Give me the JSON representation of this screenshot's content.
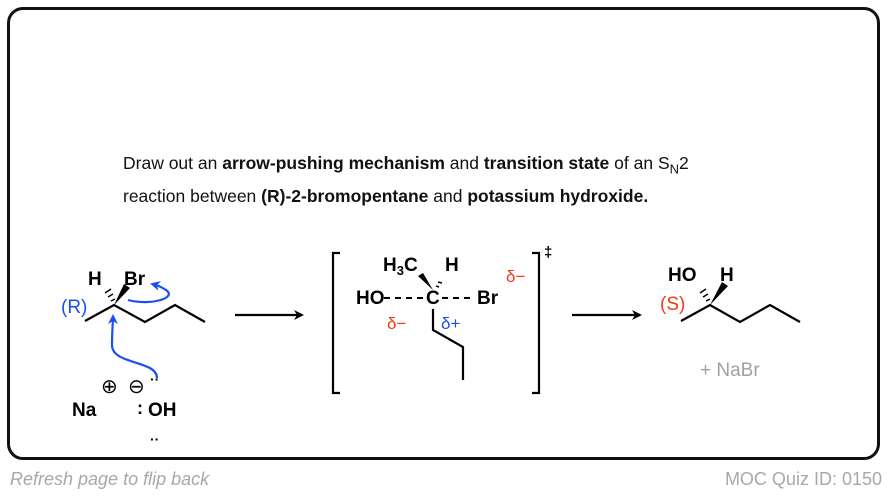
{
  "question": {
    "p1": "Draw out an ",
    "b1": "arrow-pushing mechanism",
    "p2": " and ",
    "b2": "transition state",
    "p3": " of an S",
    "sub": "N",
    "p4": "2",
    "p5": "reaction between ",
    "b3": "(R)-2-bromopentane",
    "p6": " and ",
    "b4": "potassium hydroxide."
  },
  "reactant": {
    "H": "H",
    "Br": "Br",
    "config": "(R)",
    "Na": "Na",
    "plus": "⊕",
    "minus": "⊖",
    "OH": "OH",
    "lone_left": ":",
    "lone_top": "··",
    "lone_bottom": "··"
  },
  "transition_state": {
    "H3C_H": "H",
    "H3C_3": "3",
    "H3C_C": "C",
    "H": "H",
    "HO": "HO",
    "C": "C",
    "Br": "Br",
    "delta_minus_O": "δ−",
    "delta_plus_C": "δ+",
    "delta_minus_Br": "δ−",
    "dagger": "‡"
  },
  "product": {
    "HO": "HO",
    "H": "H",
    "config": "(S)",
    "byproduct": "+ NaBr"
  },
  "footer": {
    "left": "Refresh page to flip back",
    "right": "MOC Quiz ID: 0150"
  },
  "colors": {
    "blue": "#1a4ff5",
    "red": "#f03a1a",
    "grey": "#a0a0a0"
  }
}
